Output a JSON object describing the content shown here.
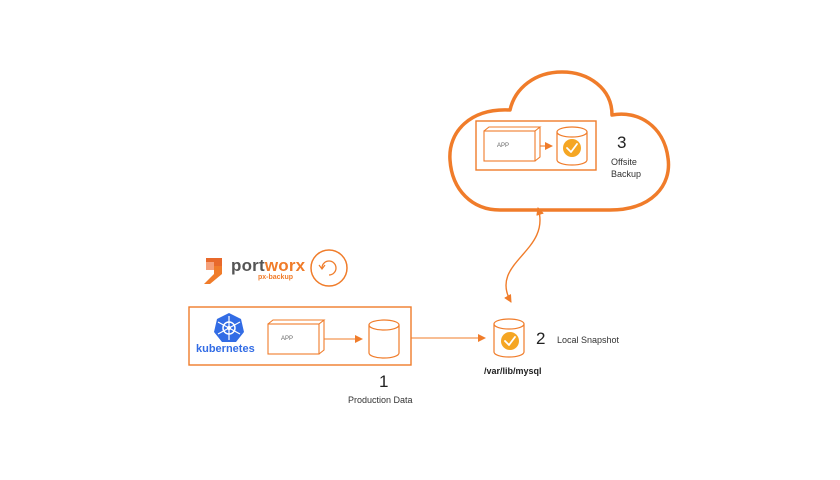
{
  "brand": {
    "name_part1": "port",
    "name_part2": "worx",
    "sub": "px-backup"
  },
  "kubernetes": {
    "label": "kubernetes"
  },
  "stages": {
    "production": {
      "number": "1",
      "label": "Production Data",
      "app_label": "APP"
    },
    "local": {
      "number": "2",
      "label": "Local Snapshot",
      "path": "/var/lib/mysql"
    },
    "offsite": {
      "number": "3",
      "label_line1": "Offsite",
      "label_line2": "Backup",
      "app_label": "APP"
    }
  },
  "colors": {
    "accent": "#F07C2A",
    "check_fill": "#F5A623",
    "kubernetes_blue": "#326CE5"
  },
  "icons": [
    "portworx-logo-icon",
    "backup-cycle-icon",
    "kubernetes-helm-icon",
    "database-icon",
    "database-check-icon",
    "cloud-icon",
    "app-container-icon"
  ]
}
